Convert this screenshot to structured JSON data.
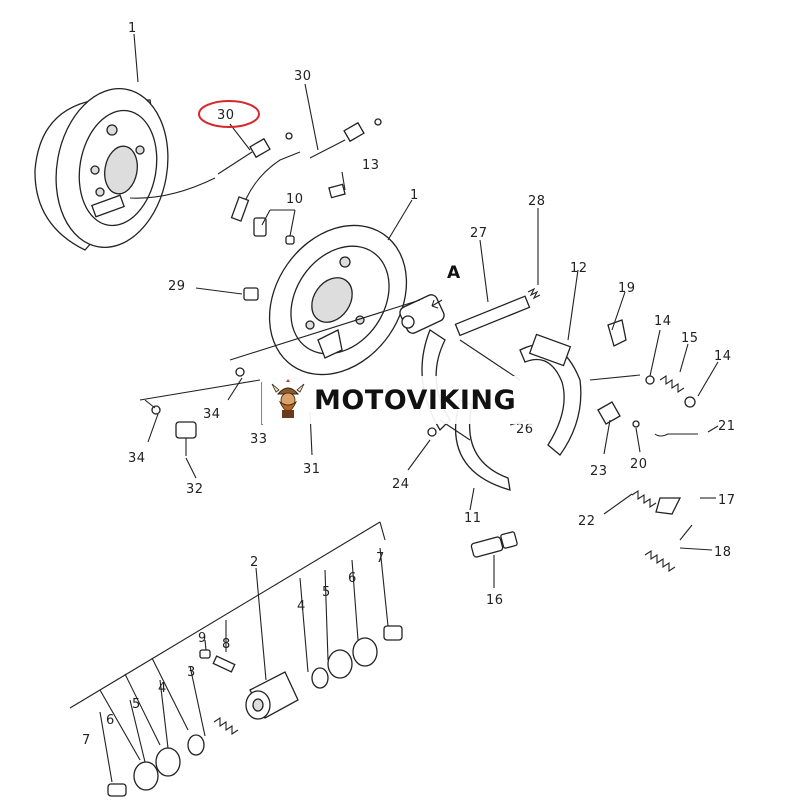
{
  "labels": {
    "n1_left": "1",
    "n30_circled": "30",
    "n30_right": "30",
    "n13": "13",
    "n10": "10",
    "n1_plate": "1",
    "n28": "28",
    "n27": "27",
    "A": "A",
    "n12": "12",
    "n19": "19",
    "n29": "29",
    "n14_a": "14",
    "n15": "15",
    "n14_b": "14",
    "n34_a": "34",
    "n34_b": "34",
    "n33": "33",
    "n31": "31",
    "n32": "32",
    "n24": "24",
    "n26": "26",
    "n23": "23",
    "n20": "20",
    "n21": "21",
    "n11": "11",
    "n22": "22",
    "n17": "17",
    "n18": "18",
    "n16": "16",
    "n2": "2",
    "n4_r": "4",
    "n5_r": "5",
    "n6_r": "6",
    "n7_r": "7",
    "n9": "9",
    "n8": "8",
    "n3": "3",
    "n4_l": "4",
    "n5_l": "5",
    "n6_l": "6",
    "n7_l": "7"
  },
  "watermark": {
    "text": "MOTOVIKING",
    "logo_icon": "viking-logo-icon"
  },
  "highlight_color": "#d62828"
}
